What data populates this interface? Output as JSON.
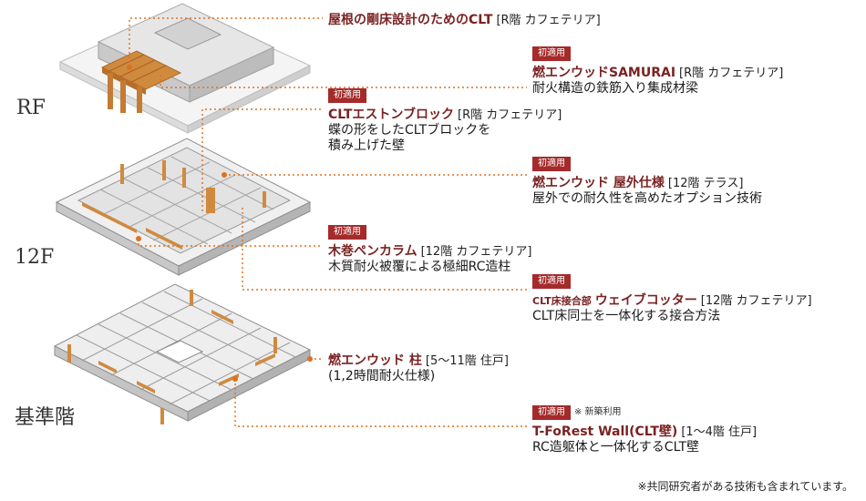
{
  "floors": {
    "rf": "RF",
    "f12": "12F",
    "standard": "基準階"
  },
  "callouts": [
    {
      "badge": "",
      "prefix": "",
      "title": "屋根の剛床設計のためのCLT",
      "loc": "[R階 カフェテリア]",
      "lines": []
    },
    {
      "badge": "初適用",
      "prefix": "",
      "title": "燃エンウッドSAMURAI",
      "loc": "[R階 カフェテリア]",
      "lines": [
        "耐火構造の鉄筋入り集成材梁"
      ]
    },
    {
      "badge": "初適用",
      "prefix": "",
      "title": "CLTエストンブロック",
      "loc": "[R階 カフェテリア]",
      "lines": [
        "蝶の形をしたCLTブロックを",
        "積み上げた壁"
      ]
    },
    {
      "badge": "初適用",
      "prefix": "",
      "title": "燃エンウッド 屋外仕様",
      "loc": "[12階 テラス]",
      "lines": [
        "屋外での耐久性を高めたオプション技術"
      ]
    },
    {
      "badge": "初適用",
      "prefix": "",
      "title": "木巻ペンカラム",
      "loc": "[12階 カフェテリア]",
      "lines": [
        "木質耐火被覆による極細RC造柱"
      ]
    },
    {
      "badge": "初適用",
      "prefix": "CLT床接合部",
      "title": "ウェイブコッター",
      "loc": "[12階 カフェテリア]",
      "lines": [
        "CLT床同士を一体化する接合方法"
      ]
    },
    {
      "badge": "",
      "prefix": "",
      "title": "燃エンウッド 柱",
      "loc": "[5～11階 住戸]",
      "lines": [
        "(1,2時間耐火仕様)"
      ]
    },
    {
      "badge": "初適用",
      "note": "※ 新築利用",
      "prefix": "",
      "title": "T-FoRest Wall(CLT壁)",
      "loc": "[1～4階 住戸]",
      "lines": [
        "RC造躯体と一体化するCLT壁"
      ]
    }
  ],
  "footnote": "※共同研究者がある技術も含まれています。",
  "colors": {
    "accent": "#a52a2a",
    "leader": "#e07020",
    "wood": "#d08a3e",
    "structure": "#9a9a9a"
  }
}
